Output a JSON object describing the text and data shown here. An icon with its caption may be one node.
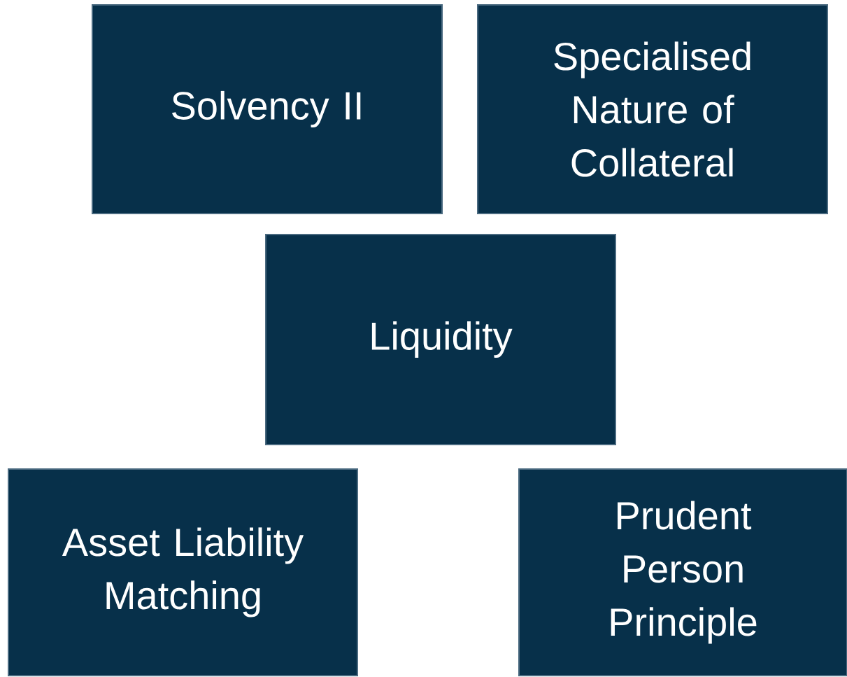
{
  "diagram": {
    "nodes": [
      {
        "text": [
          "Solvency II"
        ]
      },
      {
        "text": [
          "Specialised Nature of Collateral"
        ]
      },
      {
        "text": [
          "Liquidity"
        ]
      },
      {
        "text": [
          "Asset Liability Matching"
        ]
      },
      {
        "text": [
          "Prudent Person Principle"
        ]
      }
    ]
  }
}
